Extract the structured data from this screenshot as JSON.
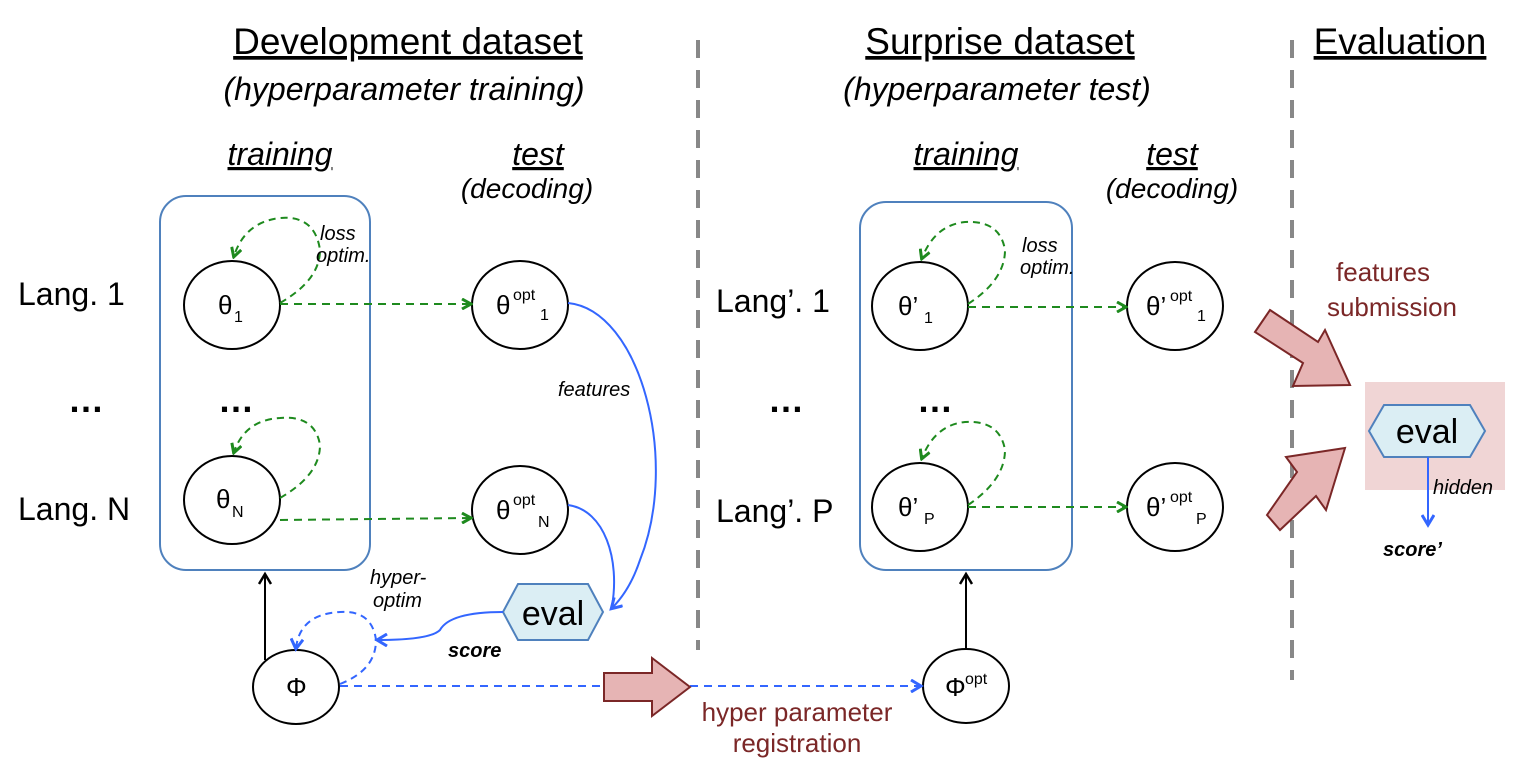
{
  "sections": {
    "development": {
      "title": "Development dataset",
      "subtitle": "(hyperparameter training)",
      "training_label": "training",
      "test_label": "test",
      "test_sub": "(decoding)"
    },
    "surprise": {
      "title": "Surprise dataset",
      "subtitle": "(hyperparameter test)",
      "training_label": "training",
      "test_label": "test",
      "test_sub": "(decoding)"
    },
    "evaluation": {
      "title": "Evaluation"
    }
  },
  "dev_rows": {
    "lang1": "Lang. 1",
    "ellipsis": "…",
    "langN": "Lang. N"
  },
  "surprise_rows": {
    "lang1": "Lang’. 1",
    "ellipsis": "…",
    "langP": "Lang’. P"
  },
  "nodes": {
    "theta": "θ",
    "theta_prime": "θ’",
    "sub_1": "1",
    "sub_N": "N",
    "sub_P": "P",
    "sup_opt": "opt",
    "phi": "Φ",
    "phi_opt_sup": "opt"
  },
  "labels": {
    "loss": "loss",
    "optim": "optim.",
    "features": "features",
    "hyper": "hyper-",
    "optim2": "optim",
    "score": "score",
    "eval": "eval",
    "hidden": "hidden",
    "score_prime": "score’",
    "hyper_param_line1": "hyper parameter",
    "hyper_param_line2": "registration",
    "features_sub_line1": "features",
    "features_sub_line2": "submission"
  },
  "colors": {
    "green": "#1e8a1e",
    "blue": "#3366ff",
    "box_border": "#4f81bd",
    "eval_fill": "#dbeef4",
    "red_arrow_fill": "#e6b4b4",
    "red_arrow_stroke": "#7b2727",
    "eval_zone": "#f0d5d5"
  }
}
